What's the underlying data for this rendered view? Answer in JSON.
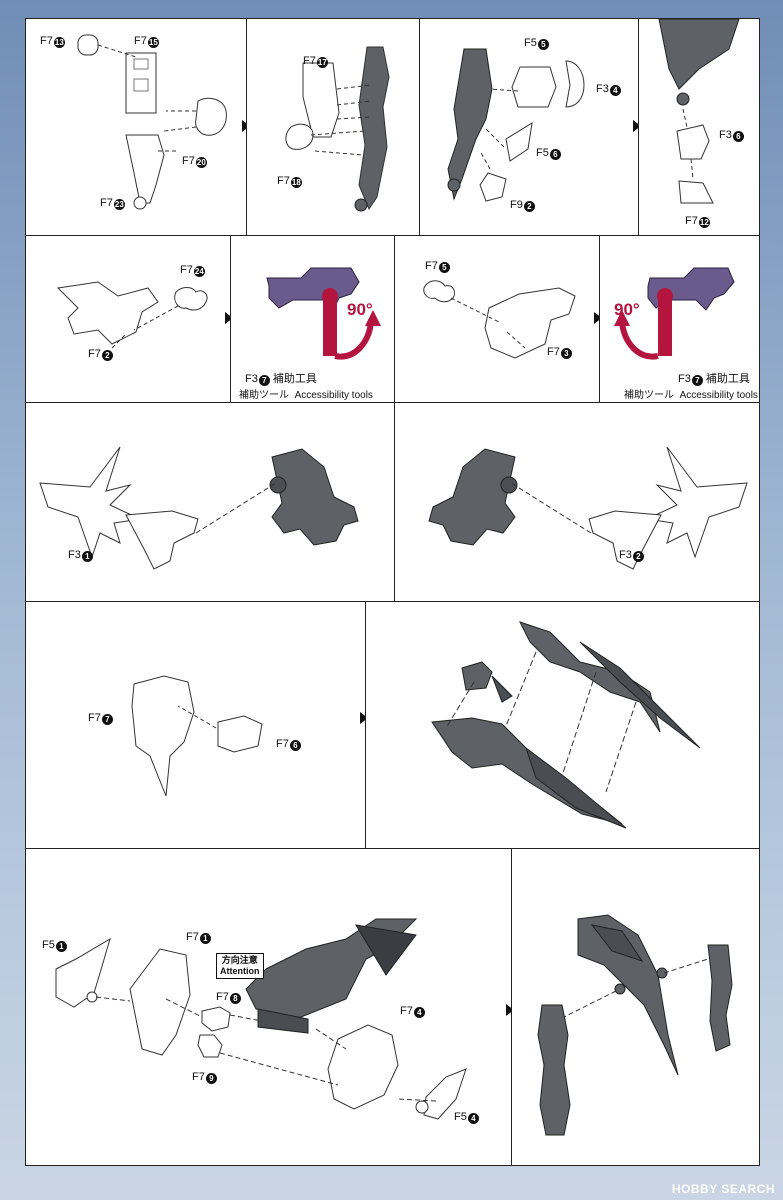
{
  "steps": {
    "s1": {
      "a": "F7",
      "a_n": "13",
      "b": "F7",
      "b_n": "15",
      "c": "F7",
      "c_n": "20",
      "d": "F7",
      "d_n": "23"
    },
    "s2": {
      "a": "F7",
      "a_n": "17",
      "b": "F7",
      "b_n": "18"
    },
    "s3": {
      "a": "F5",
      "a_n": "5",
      "b": "F3",
      "b_n": "4",
      "c": "F5",
      "c_n": "6",
      "d": "F9",
      "d_n": "2"
    },
    "s4": {
      "a": "F3",
      "a_n": "6",
      "b": "F7",
      "b_n": "12"
    },
    "s5": {
      "a": "F7",
      "a_n": "24",
      "b": "F7",
      "b_n": "2"
    },
    "s6": {
      "deg": "90°",
      "tool": "F3",
      "tool_n": "7",
      "tool_ja": "補助工具",
      "tool_kana": "補助ツール",
      "tool_en": "Accessibility tools"
    },
    "s7": {
      "a": "F7",
      "a_n": "5",
      "b": "F7",
      "b_n": "3"
    },
    "s8": {
      "deg": "90°",
      "tool": "F3",
      "tool_n": "7",
      "tool_ja": "補助工具",
      "tool_kana": "補助ツール",
      "tool_en": "Accessibility tools"
    },
    "s9": {
      "a": "F3",
      "a_n": "1"
    },
    "s10": {
      "a": "F3",
      "a_n": "2"
    },
    "s11": {
      "a": "F7",
      "a_n": "7",
      "b": "F7",
      "b_n": "6"
    },
    "s13": {
      "a": "F5",
      "a_n": "1",
      "b": "F7",
      "b_n": "1",
      "attn_ja": "方向注意",
      "attn_en": "Attention",
      "c": "F7",
      "c_n": "8",
      "d": "F7",
      "d_n": "9",
      "e": "F7",
      "e_n": "4",
      "f": "F5",
      "f_n": "4"
    }
  },
  "footer": "HOBBY SEARCH",
  "colors": {
    "accent": "#b3153f",
    "part_gray": "#5e6266",
    "tool_purple": "#6b5a8c"
  }
}
